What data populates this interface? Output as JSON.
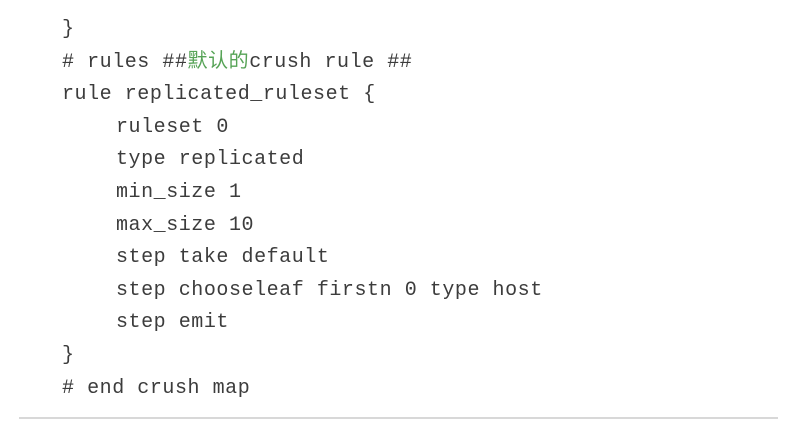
{
  "document": {
    "type": "code-listing",
    "language": "ceph-crush-map",
    "background_color": "#ffffff",
    "text_color": "#3c3c3c",
    "comment_highlight_color": "#56a356",
    "lines": [
      {
        "id": "line-1",
        "indent": false,
        "segments": [
          {
            "text": "}",
            "highlight": false
          }
        ]
      },
      {
        "id": "line-2",
        "indent": false,
        "segments": [
          {
            "text": "# rules ##",
            "highlight": false
          },
          {
            "text": "默认的",
            "highlight": true
          },
          {
            "text": "crush rule ##",
            "highlight": false
          }
        ]
      },
      {
        "id": "line-3",
        "indent": false,
        "segments": [
          {
            "text": "rule replicated_ruleset {",
            "highlight": false
          }
        ]
      },
      {
        "id": "line-4",
        "indent": true,
        "segments": [
          {
            "text": "ruleset 0",
            "highlight": false
          }
        ]
      },
      {
        "id": "line-5",
        "indent": true,
        "segments": [
          {
            "text": "type replicated",
            "highlight": false
          }
        ]
      },
      {
        "id": "line-6",
        "indent": true,
        "segments": [
          {
            "text": "min_size 1",
            "highlight": false
          }
        ]
      },
      {
        "id": "line-7",
        "indent": true,
        "segments": [
          {
            "text": "max_size 10",
            "highlight": false
          }
        ]
      },
      {
        "id": "line-8",
        "indent": true,
        "segments": [
          {
            "text": "step take default",
            "highlight": false
          }
        ]
      },
      {
        "id": "line-9",
        "indent": true,
        "segments": [
          {
            "text": "step chooseleaf firstn 0 type host",
            "highlight": false
          }
        ]
      },
      {
        "id": "line-10",
        "indent": true,
        "segments": [
          {
            "text": "step emit",
            "highlight": false
          }
        ]
      },
      {
        "id": "line-11",
        "indent": false,
        "segments": [
          {
            "text": "}",
            "highlight": false
          }
        ]
      },
      {
        "id": "line-12",
        "indent": false,
        "segments": [
          {
            "text": "# end crush map",
            "highlight": false
          }
        ]
      }
    ],
    "divider": {
      "color": "#d8d8d8"
    }
  }
}
